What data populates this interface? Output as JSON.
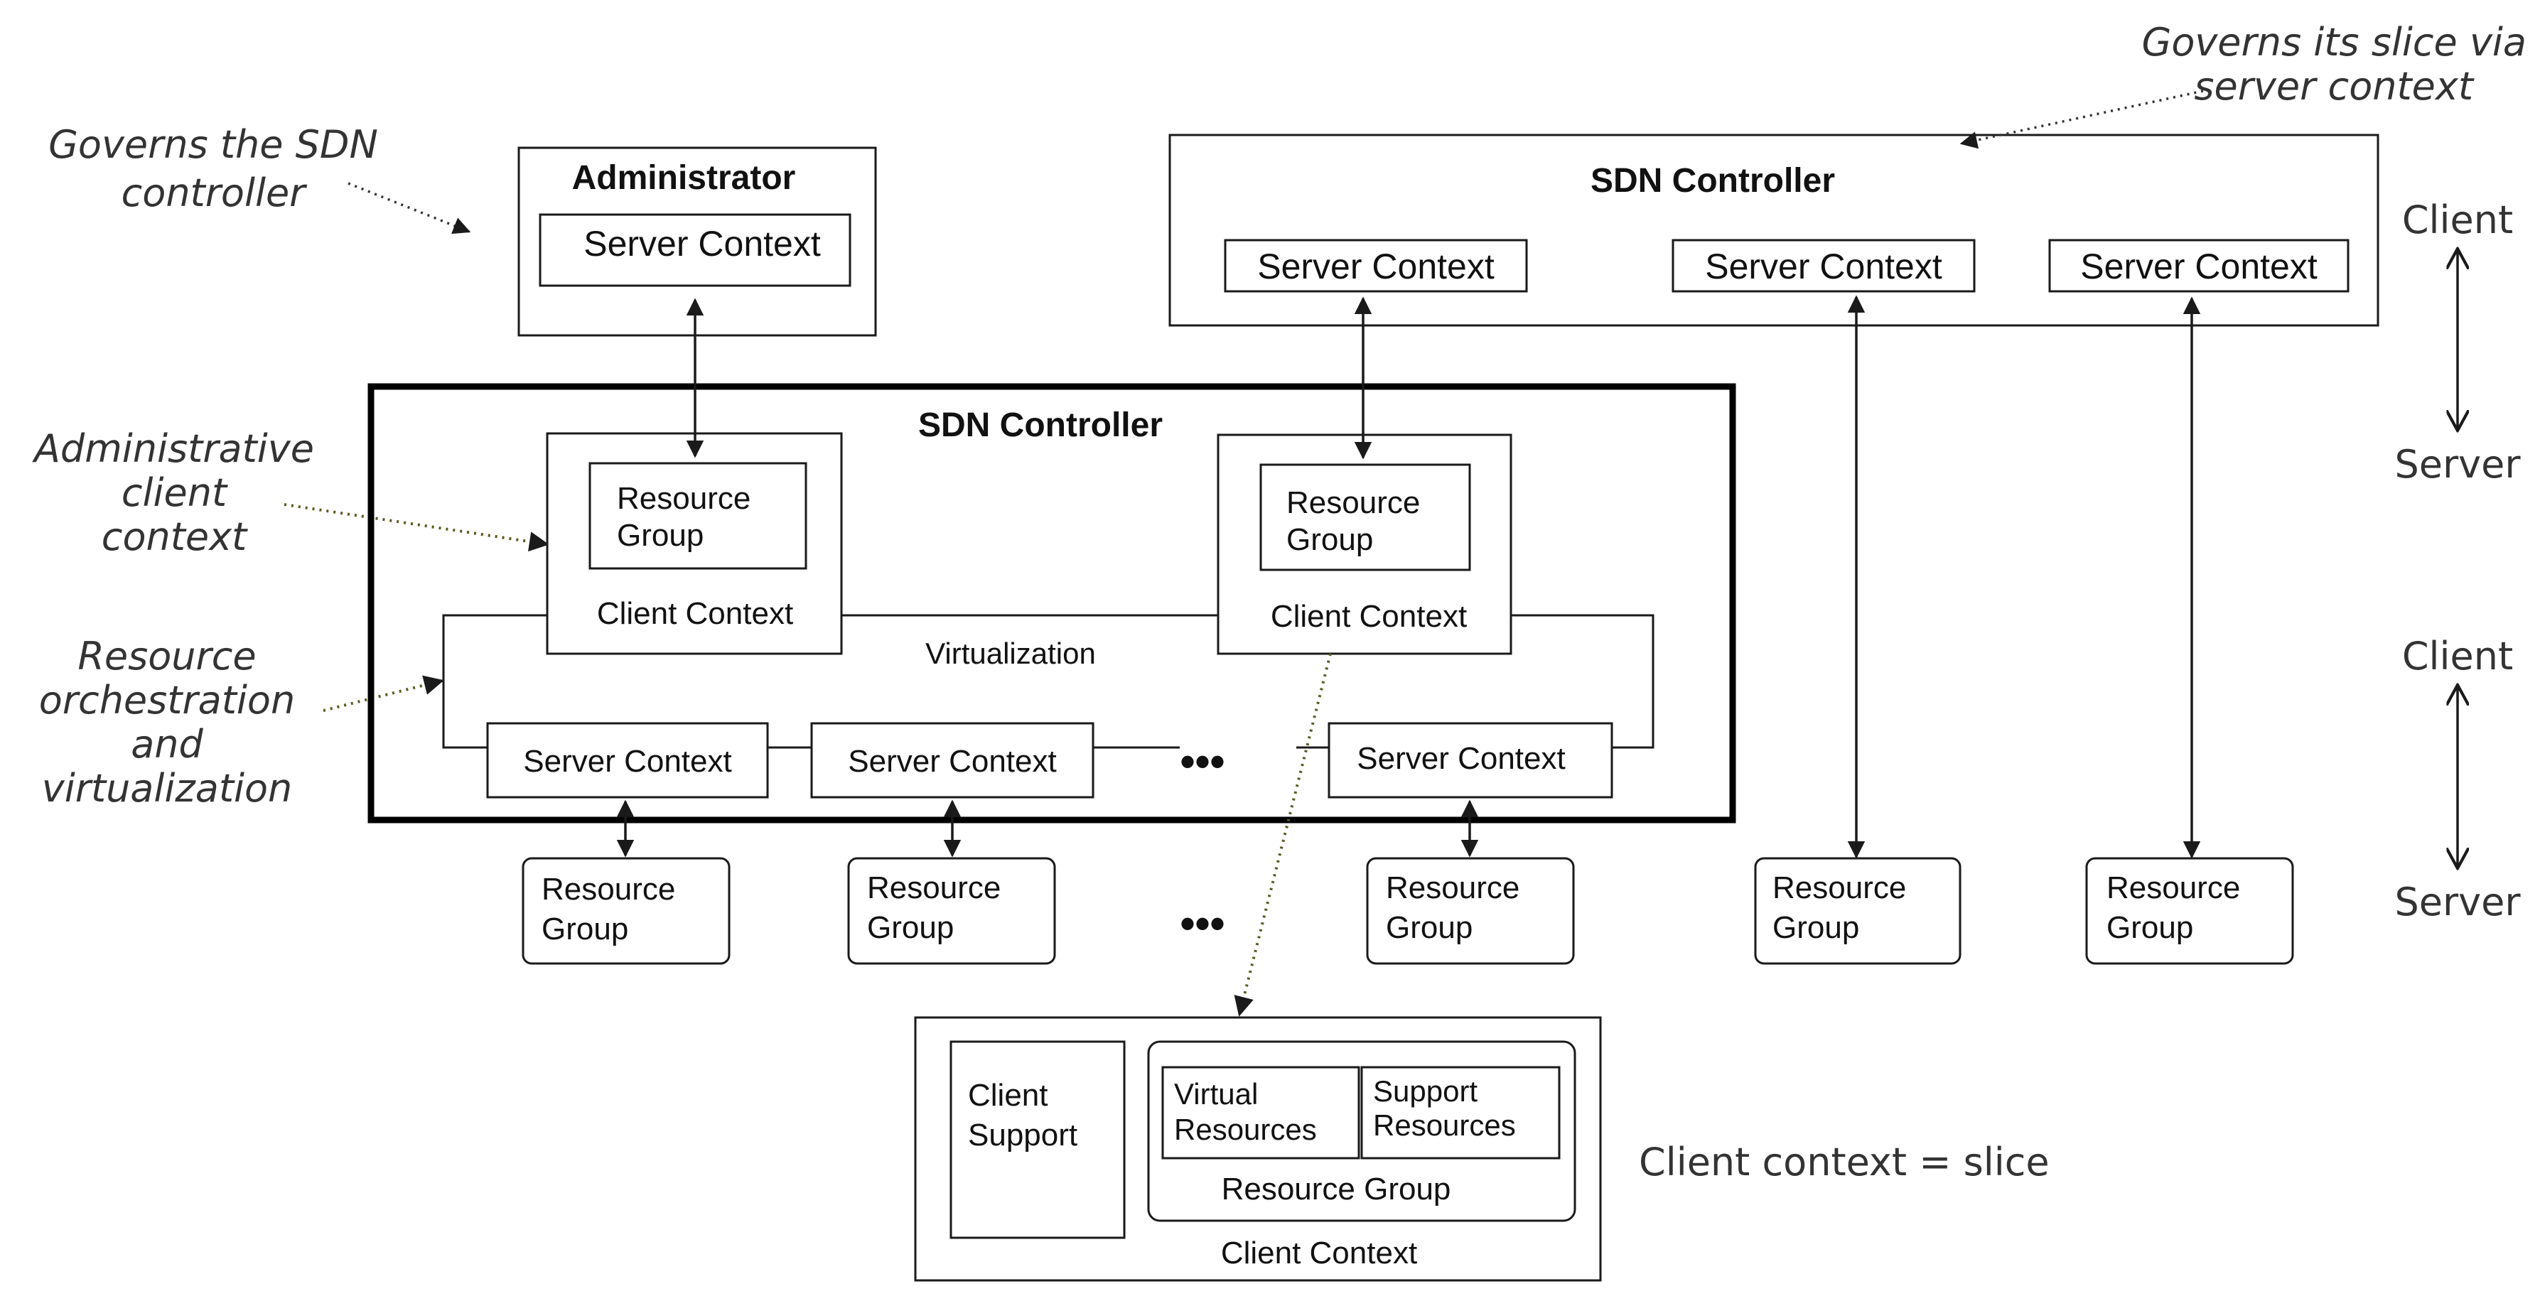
{
  "annotations": {
    "governs_sdn": [
      "Governs the SDN",
      "controller"
    ],
    "governs_slice": [
      "Governs its slice via",
      "server context"
    ],
    "admin_client_context": [
      "Administrative",
      "client",
      "context"
    ],
    "resource_orchestration": [
      "Resource",
      "orchestration",
      "and",
      "virtualization"
    ],
    "client_context_slice": "Client context = slice"
  },
  "administrator": {
    "title": "Administrator",
    "server_context": "Server Context"
  },
  "top_controller": {
    "title": "SDN Controller",
    "server_contexts": [
      "Server Context",
      "Server Context",
      "Server Context"
    ]
  },
  "main_controller": {
    "title": "SDN Controller",
    "virtualization": "Virtualization",
    "client_contexts": [
      {
        "resource_group": [
          "Resource",
          "Group"
        ],
        "label": "Client Context"
      },
      {
        "resource_group": [
          "Resource",
          "Group"
        ],
        "label": "Client Context"
      }
    ],
    "server_contexts": [
      "Server Context",
      "Server Context",
      "Server Context"
    ],
    "ellipsis": "•••"
  },
  "resource_groups": [
    [
      "Resource",
      "Group"
    ],
    [
      "Resource",
      "Group"
    ],
    [
      "Resource",
      "Group"
    ],
    [
      "Resource",
      "Group"
    ],
    [
      "Resource",
      "Group"
    ]
  ],
  "bottom_ellipsis": "•••",
  "side_labels": {
    "top": {
      "client": "Client",
      "server": "Server"
    },
    "bottom": {
      "client": "Client",
      "server": "Server"
    }
  },
  "detail": {
    "client_support": [
      "Client",
      "Support"
    ],
    "virtual_resources": [
      "Virtual",
      "Resources"
    ],
    "support_resources": [
      "Support",
      "Resources"
    ],
    "resource_group": "Resource Group",
    "client_context": "Client Context"
  }
}
